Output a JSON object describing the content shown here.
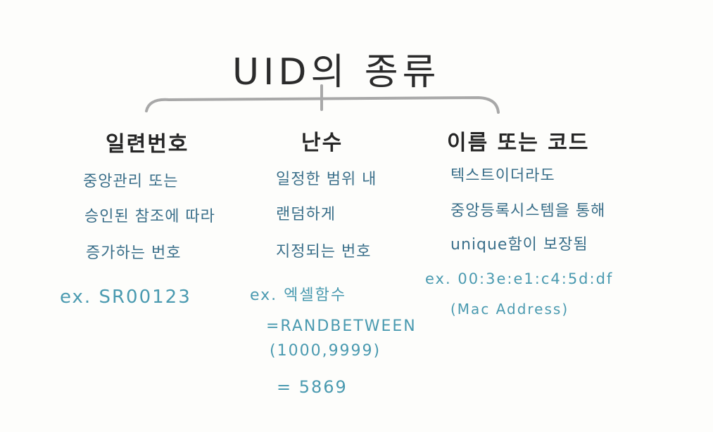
{
  "title": "UID의 종류",
  "columns": [
    {
      "heading": "일련번호",
      "description": [
        "중앙관리 또는",
        "승인된 참조에 따라",
        "증가하는 번호"
      ],
      "example": [
        "ex. SR00123"
      ]
    },
    {
      "heading": "난수",
      "description": [
        "일정한 범위 내",
        "랜덤하게",
        "지정되는 번호"
      ],
      "example": [
        "ex. 엑셀함수",
        "=RANDBETWEEN",
        "(1000,9999)",
        "= 5869"
      ]
    },
    {
      "heading": "이름 또는 코드",
      "description": [
        "텍스트이더라도",
        "중앙등록시스템을 통해",
        "unique함이 보장됨"
      ],
      "example": [
        "ex. 00:3e:e1:c4:5d:df",
        "(Mac Address)"
      ]
    }
  ],
  "colors": {
    "ink": "#2b2b2b",
    "description": "#3a6f8a",
    "example": "#4a9ab0",
    "tree_line": "#a8a8a8"
  }
}
